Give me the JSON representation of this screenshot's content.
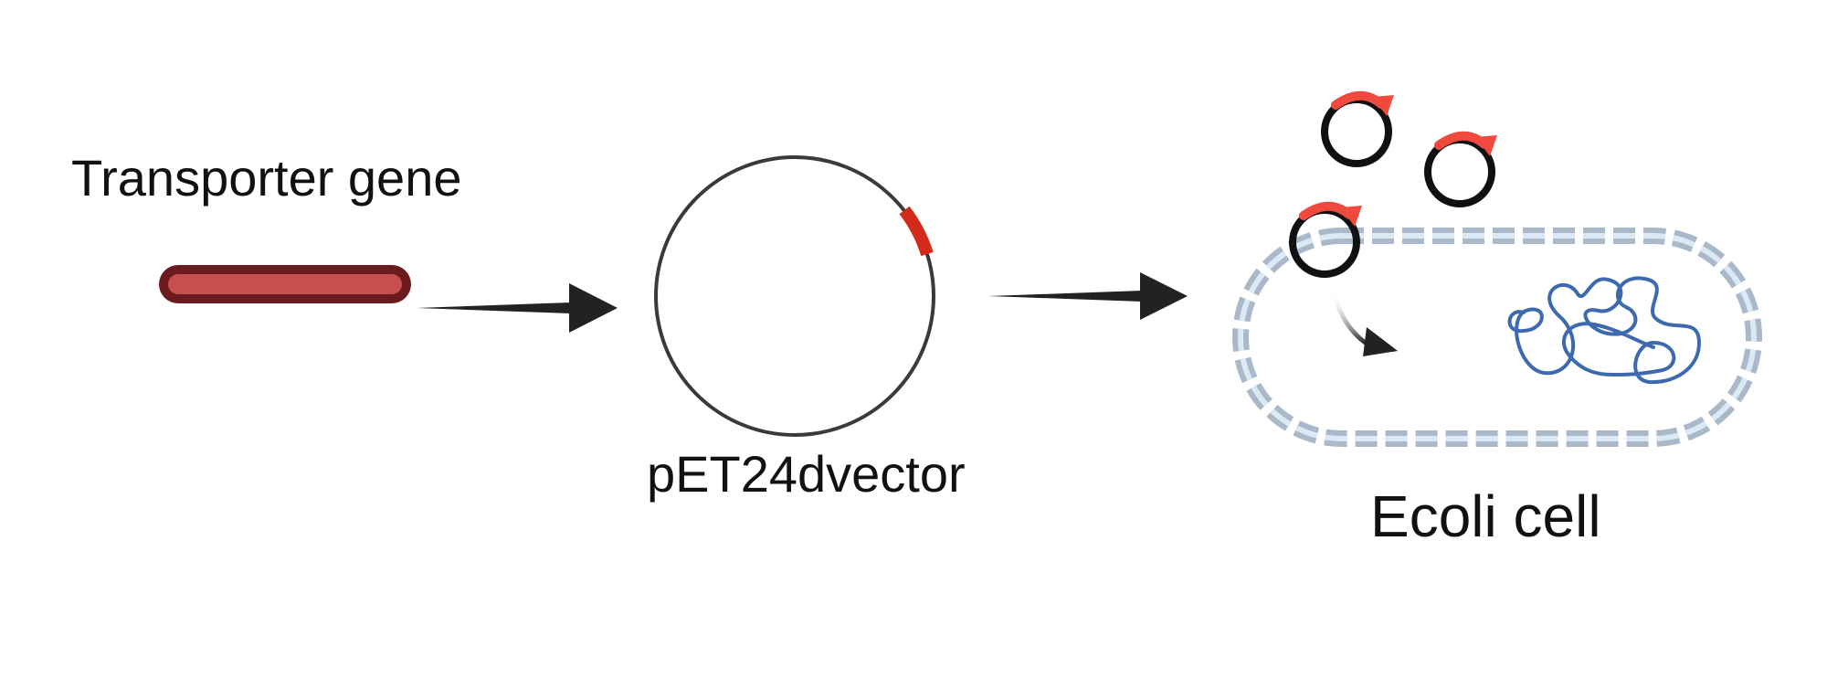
{
  "labels": {
    "gene": "Transporter gene",
    "vector": "pET24dvector",
    "cell": "Ecoli cell"
  },
  "colors": {
    "gene_fill": "#c94f4f",
    "gene_outline": "#6b1a1e",
    "vector_outline": "#3a3a3a",
    "vector_insert": "#d42a1c",
    "plasmid_outline": "#111111",
    "plasmid_insert": "#f04a3e",
    "membrane_outer": "#aab9c9",
    "membrane_inner": "#dbe9f5",
    "chromosome": "#3d6aaf",
    "arrow": "#222222"
  }
}
